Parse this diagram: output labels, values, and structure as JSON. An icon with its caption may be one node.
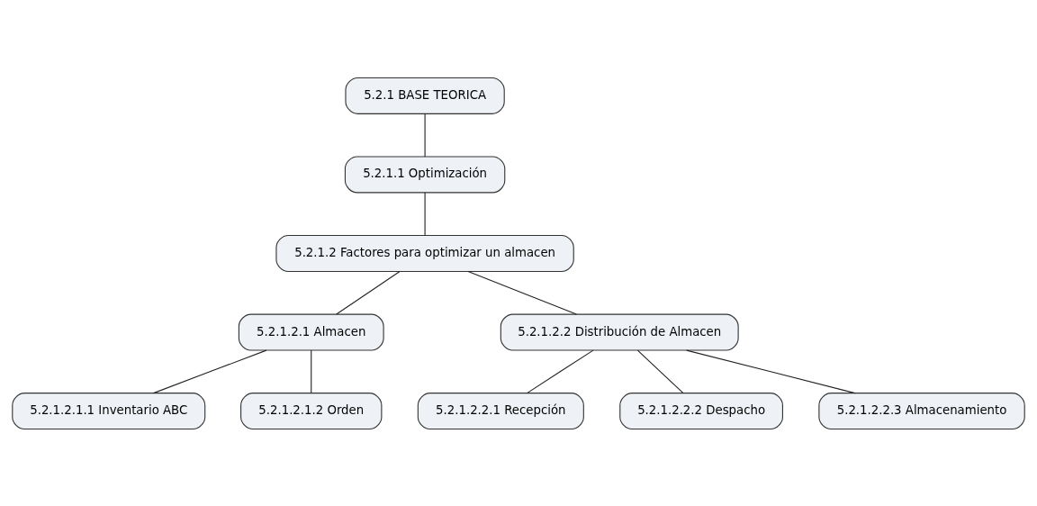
{
  "diagram": {
    "nodes": [
      {
        "text": [
          "5.2.1 BASE TEORICA"
        ]
      },
      {
        "text": [
          "5.2.1.1 Optimización"
        ]
      },
      {
        "text": [
          "5.2.1.2 Factores para optimizar un almacen"
        ]
      },
      {
        "text": [
          "5.2.1.2.1 Almacen"
        ]
      },
      {
        "text": [
          "5.2.1.2.2 Distribución de Almacen"
        ]
      },
      {
        "text": [
          "5.2.1.2.1.1 Inventario ABC"
        ]
      },
      {
        "text": [
          "5.2.1.2.1.2 Orden"
        ]
      },
      {
        "text": [
          "5.2.1.2.2.1 Recepción"
        ]
      },
      {
        "text": [
          "5.2.1.2.2.2 Despacho"
        ]
      },
      {
        "text": [
          "5.2.1.2.2.3 Almacenamiento"
        ]
      }
    ],
    "edges": [
      {
        "from": 0,
        "to": 1,
        "arrow": "none"
      },
      {
        "from": 1,
        "to": 2,
        "arrow": "none"
      },
      {
        "from": 2,
        "to": 3,
        "arrow": "none"
      },
      {
        "from": 2,
        "to": 4,
        "arrow": "none"
      },
      {
        "from": 3,
        "to": 5,
        "arrow": "none"
      },
      {
        "from": 3,
        "to": 6,
        "arrow": "none"
      },
      {
        "from": 4,
        "to": 7,
        "arrow": "none"
      },
      {
        "from": 4,
        "to": 8,
        "arrow": "none"
      },
      {
        "from": 4,
        "to": 9,
        "arrow": "none"
      }
    ]
  }
}
